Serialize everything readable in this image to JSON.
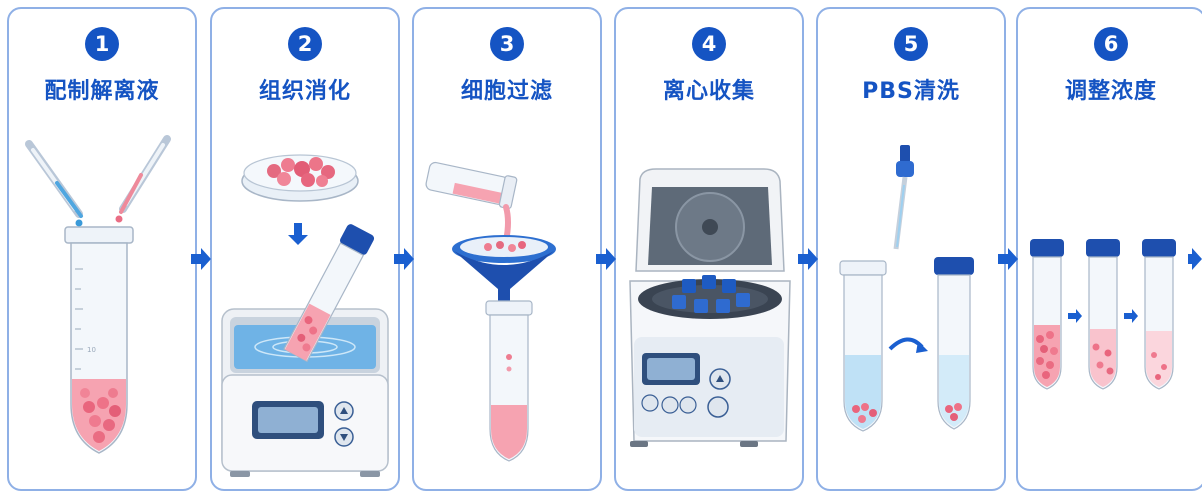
{
  "steps": [
    {
      "number": "1",
      "title": "配制解离液"
    },
    {
      "number": "2",
      "title": "组织消化"
    },
    {
      "number": "3",
      "title": "细胞过滤"
    },
    {
      "number": "4",
      "title": "离心收集"
    },
    {
      "number": "5",
      "title": "PBS清洗"
    },
    {
      "number": "6",
      "title": "调整浓度"
    }
  ],
  "tube_tick_label": "10",
  "colors": {
    "accent": "#1554c3",
    "panel_border": "#8fb0e6",
    "sample_pink": "#f07a8e",
    "liquid_blue": "#8ec9ee",
    "cap_blue": "#1e4fae"
  },
  "icons": [
    "pipette-icon",
    "conical-tube-icon",
    "petri-dish-icon",
    "water-bath-icon",
    "funnel-filter-icon",
    "centrifuge-icon",
    "arrow-right-icon"
  ]
}
